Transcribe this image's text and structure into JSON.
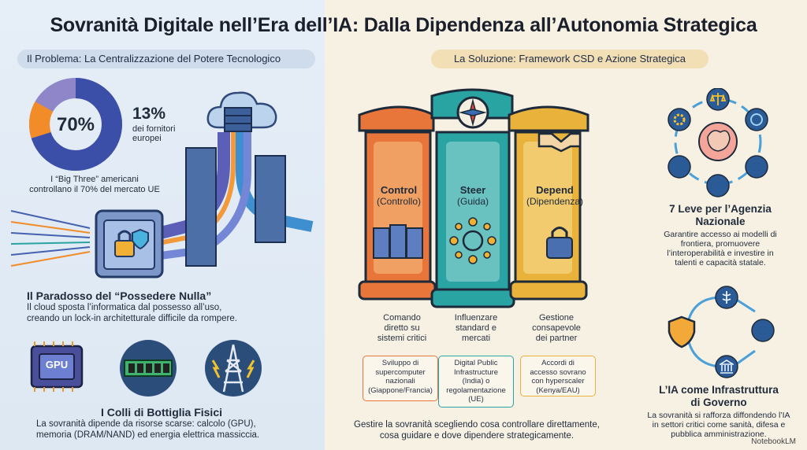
{
  "title": "Sovranità Digitale nell’Era dell’IA: Dalla Dipendenza all’Autonomia Strategica",
  "left": {
    "header": "Il Problema: La Centralizzazione del Potere Tecnologico",
    "donut": {
      "center_value": "70%",
      "side_value": "13%",
      "side_line1": "dei fornitori",
      "side_line2": "europei",
      "caption_line1": "I “Big Three” americani",
      "caption_line2": "controllano il 70% del mercato UE",
      "major_share": 70,
      "minor_share": 13,
      "colors": {
        "major": "#3c4fa8",
        "minor": "#f28c28",
        "rest": "#8f86c9"
      }
    },
    "paradox": {
      "title": "Il Paradosso del “Possedere Nulla”",
      "line1": "Il cloud sposta l’informatica dal possesso all’uso,",
      "line2": "creando un lock-in architetturale difficile da rompere."
    },
    "bottlenecks": {
      "gpu_label": "GPU",
      "title": "I Colli di Bottiglia Fisici",
      "line1": "La sovranità dipende da risorse scarse: calcolo (GPU),",
      "line2": "memoria (DRAM/NAND) ed energia elettrica massiccia."
    }
  },
  "right": {
    "header": "La Soluzione: Framework CSD e Azione Strategica",
    "pillars": [
      {
        "name": "Control",
        "sub": "(Controllo)",
        "desc": [
          "Comando",
          "diretto su",
          "sistemi critici"
        ],
        "box": [
          "Sviluppo di",
          "supercomputer",
          "nazionali",
          "(Giappone/Francia)"
        ],
        "color": "#e8763a"
      },
      {
        "name": "Steer",
        "sub": "(Guida)",
        "desc": [
          "Influenzare",
          "standard e",
          "mercati"
        ],
        "box": [
          "Digital Public",
          "Infrastructure",
          "(India) o",
          "regolamentazione",
          "(UE)"
        ],
        "color": "#2aa3a3"
      },
      {
        "name": "Depend",
        "sub": "(Dipendenza)",
        "desc": [
          "Gestione",
          "consapevole",
          "dei partner"
        ],
        "box": [
          "Accordi di",
          "accesso sovrano",
          "con hyperscaler",
          "(Kenya/EAU)"
        ],
        "color": "#e9b23a"
      }
    ],
    "footer_line1": "Gestire la sovranità scegliendo cosa controllare direttamente,",
    "footer_line2": "cosa guidare e dove dipendere strategicamente.",
    "levers": {
      "title_line1": "7 Leve per l’Agenzia",
      "title_line2": "Nazionale",
      "line1": "Garantire accesso ai modelli di",
      "line2": "frontiera, promuovere",
      "line3": "l’interoperabilità e investire in",
      "line4": "talenti e capacità statale."
    },
    "infrastructure": {
      "title_line1": "L’IA come Infrastruttura",
      "title_line2": "di Governo",
      "line1": "La sovranità si rafforza diffondendo l’IA",
      "line2": "in settori critici come sanità, difesa e",
      "line3": "pubblica amministrazione."
    },
    "brand": "NotebookLM"
  },
  "icons": [
    "cloud-icon",
    "server-icon",
    "vault-icon",
    "gpu-chip-icon",
    "memory-icon",
    "power-tower-icon",
    "compass-icon",
    "handshake-icon",
    "servers-icon",
    "network-icon",
    "lock-icon",
    "scales-icon",
    "brain-icon",
    "gear-icon",
    "shield-icon",
    "caduceus-icon",
    "government-icon"
  ]
}
